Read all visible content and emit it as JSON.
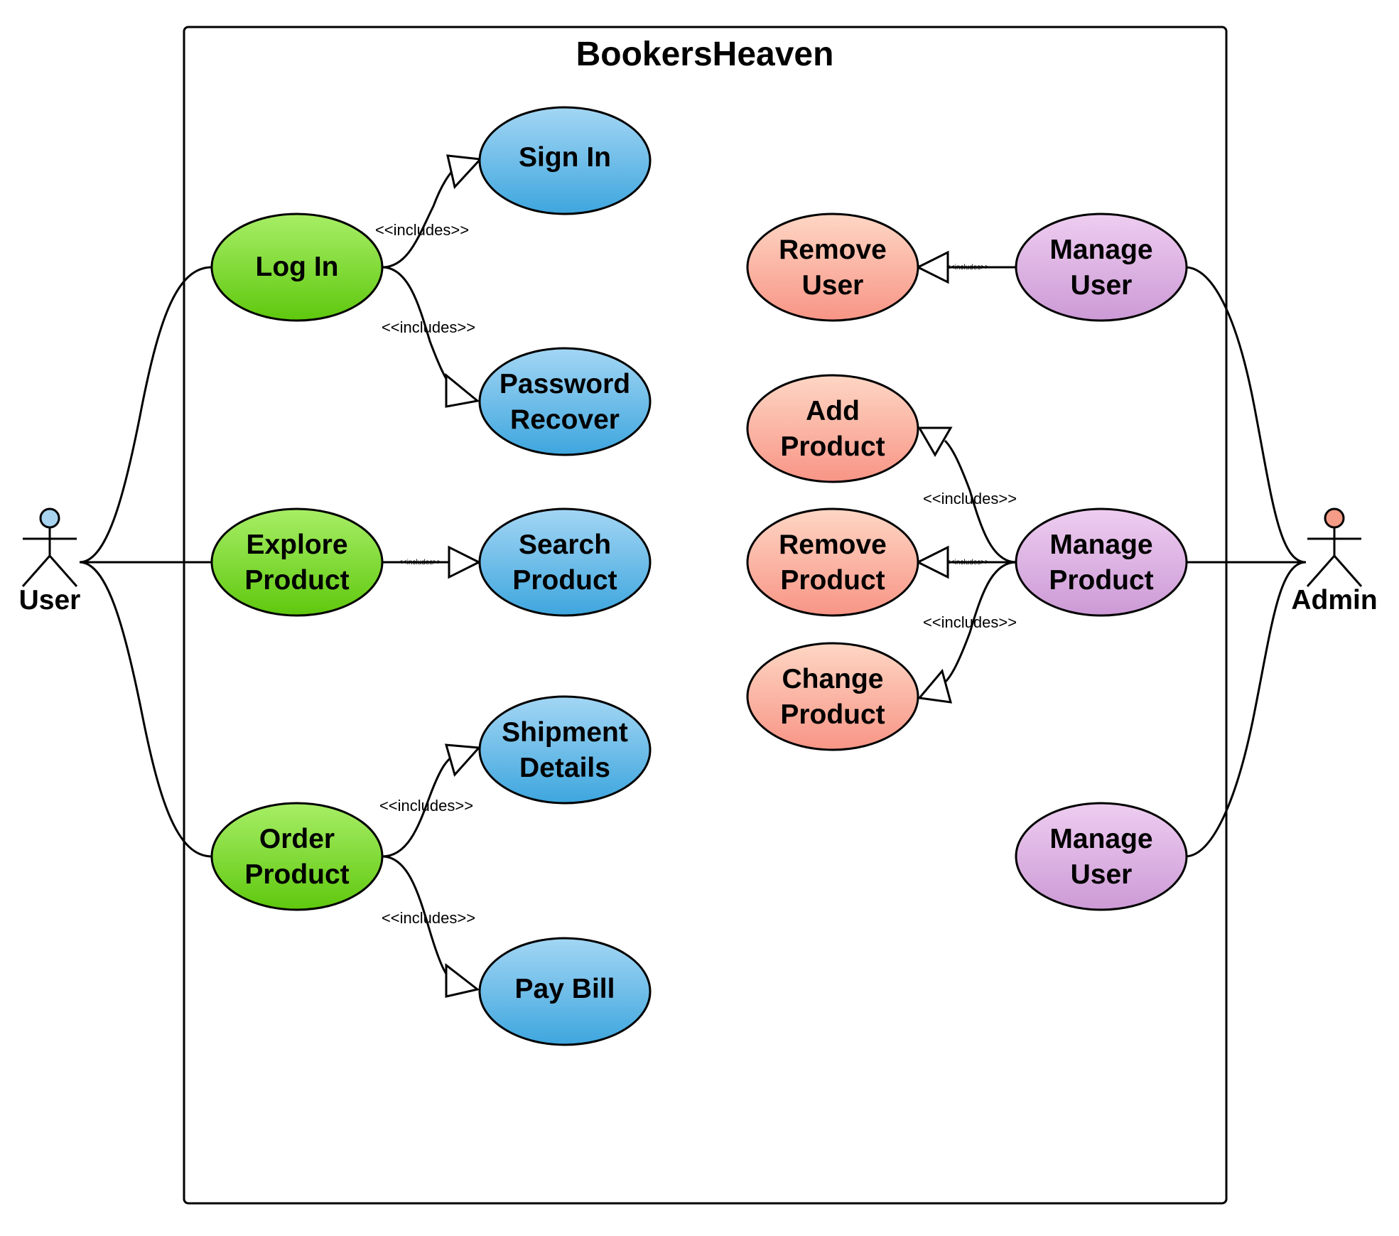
{
  "diagram": {
    "system_title": "BookersHeaven",
    "actors": {
      "user": {
        "label": "User",
        "head_color": "#a8d4f0"
      },
      "admin": {
        "label": "Admin",
        "head_color": "#f49c86"
      }
    },
    "use_cases": {
      "log_in": {
        "lines": [
          "Log In"
        ],
        "color": "green"
      },
      "explore_product": {
        "lines": [
          "Explore",
          "Product"
        ],
        "color": "green"
      },
      "order_product": {
        "lines": [
          "Order",
          "Product"
        ],
        "color": "green"
      },
      "sign_in": {
        "lines": [
          "Sign In"
        ],
        "color": "blue"
      },
      "password_recover": {
        "lines": [
          "Password",
          "Recover"
        ],
        "color": "blue"
      },
      "search_product": {
        "lines": [
          "Search",
          "Product"
        ],
        "color": "blue"
      },
      "shipment_details": {
        "lines": [
          "Shipment",
          "Details"
        ],
        "color": "blue"
      },
      "pay_bill": {
        "lines": [
          "Pay Bill"
        ],
        "color": "blue"
      },
      "remove_user": {
        "lines": [
          "Remove",
          "User"
        ],
        "color": "salmon"
      },
      "add_product": {
        "lines": [
          "Add",
          "Product"
        ],
        "color": "salmon"
      },
      "remove_product": {
        "lines": [
          "Remove",
          "Product"
        ],
        "color": "salmon"
      },
      "change_product": {
        "lines": [
          "Change",
          "Product"
        ],
        "color": "salmon"
      },
      "manage_user_1": {
        "lines": [
          "Manage",
          "User"
        ],
        "color": "purple"
      },
      "manage_product": {
        "lines": [
          "Manage",
          "Product"
        ],
        "color": "purple"
      },
      "manage_user_2": {
        "lines": [
          "Manage",
          "User"
        ],
        "color": "purple"
      }
    },
    "includes_label": "<<includes>>",
    "relationships": [
      {
        "from": "log_in",
        "to": "sign_in",
        "type": "includes"
      },
      {
        "from": "log_in",
        "to": "password_recover",
        "type": "includes"
      },
      {
        "from": "explore_product",
        "to": "search_product",
        "type": "includes"
      },
      {
        "from": "order_product",
        "to": "shipment_details",
        "type": "includes"
      },
      {
        "from": "order_product",
        "to": "pay_bill",
        "type": "includes"
      },
      {
        "from": "manage_user_1",
        "to": "remove_user",
        "type": "includes"
      },
      {
        "from": "manage_product",
        "to": "add_product",
        "type": "includes"
      },
      {
        "from": "manage_product",
        "to": "remove_product",
        "type": "includes"
      },
      {
        "from": "manage_product",
        "to": "change_product",
        "type": "includes"
      }
    ],
    "associations": [
      {
        "actor": "user",
        "use_case": "log_in"
      },
      {
        "actor": "user",
        "use_case": "explore_product"
      },
      {
        "actor": "user",
        "use_case": "order_product"
      },
      {
        "actor": "admin",
        "use_case": "manage_user_1"
      },
      {
        "actor": "admin",
        "use_case": "manage_product"
      },
      {
        "actor": "admin",
        "use_case": "manage_user_2"
      }
    ],
    "palette": {
      "green": [
        "#a7ee66",
        "#5fc80e"
      ],
      "blue": [
        "#a3d6f4",
        "#3ea6de"
      ],
      "salmon": [
        "#fed6c4",
        "#f89586"
      ],
      "purple": [
        "#eecdf0",
        "#cc9ad6"
      ]
    }
  }
}
